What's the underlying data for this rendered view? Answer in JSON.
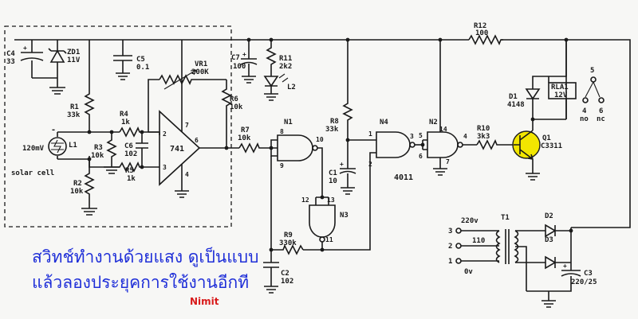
{
  "diagram": {
    "components": {
      "c4": {
        "ref": "C4",
        "value": "33"
      },
      "zd1": {
        "ref": "ZD1",
        "value": "11V"
      },
      "c5": {
        "ref": "C5",
        "value": "0.1"
      },
      "vr1": {
        "ref": "VR1",
        "value": "200K"
      },
      "r1": {
        "ref": "R1",
        "value": "33k"
      },
      "r4": {
        "ref": "R4",
        "value": "1k"
      },
      "r3": {
        "ref": "R3",
        "value": "10k"
      },
      "c6": {
        "ref": "C6",
        "value": "102"
      },
      "r5": {
        "ref": "R5",
        "value": "1k"
      },
      "r2": {
        "ref": "R2",
        "value": "10k"
      },
      "l1": {
        "ref": "L1",
        "value": "120mV",
        "note": "solar cell"
      },
      "opamp": {
        "ref": "741"
      },
      "r6": {
        "ref": "R6",
        "value": "10k"
      },
      "r7": {
        "ref": "R7",
        "value": "10k"
      },
      "c7": {
        "ref": "C7",
        "value": "100"
      },
      "r11": {
        "ref": "R11",
        "value": "2k2"
      },
      "l2": {
        "ref": "L2"
      },
      "n1": {
        "ref": "N1"
      },
      "n2": {
        "ref": "N2"
      },
      "n3": {
        "ref": "N3"
      },
      "n4": {
        "ref": "N4"
      },
      "ic": {
        "ref": "4011"
      },
      "r8": {
        "ref": "R8",
        "value": "33k"
      },
      "c1": {
        "ref": "C1",
        "value": "10"
      },
      "r9": {
        "ref": "R9",
        "value": "330k"
      },
      "c2": {
        "ref": "C2",
        "value": "102"
      },
      "r10": {
        "ref": "R10",
        "value": "3k3"
      },
      "q1": {
        "ref": "Q1",
        "value": "C3311"
      },
      "d1": {
        "ref": "D1",
        "value": "4148"
      },
      "r12": {
        "ref": "R12",
        "value": "100"
      },
      "rla1": {
        "ref": "RLA1",
        "value": "12V"
      },
      "t1": {
        "ref": "T1"
      },
      "d2": {
        "ref": "D2"
      },
      "d3": {
        "ref": "D3"
      },
      "c3": {
        "ref": "C3",
        "value": "220/25"
      }
    },
    "terminals": {
      "relay_common": "5",
      "relay_no_pin": "4",
      "relay_no": "no",
      "relay_nc_pin": "6",
      "relay_nc": "nc",
      "tr_in3_pin": "3",
      "tr_in3_v": "220v",
      "tr_in2_pin": "2",
      "tr_in2_v": "110",
      "tr_in1_pin": "1",
      "tr_in1_v": "0v"
    },
    "pins": {
      "op_in_minus": "2",
      "op_in_plus": "3",
      "op_v_pos": "7",
      "op_v_neg": "4",
      "op_out": "6",
      "n1_a": "8",
      "n1_b": "9",
      "n1_out": "10",
      "n3_a": "12",
      "n3_b": "13",
      "n3_out": "11",
      "n4_a": "1",
      "n4_b": "2",
      "n4_out": "3",
      "n2_a": "5",
      "n2_b": "6",
      "n2_vdd": "14",
      "n2_vss": "7",
      "n2_out": "4",
      "minus_sign": "-"
    },
    "caption": {
      "line1": "สวิทช์ทำงานด้วยแสง  ดูเป็นแบบ",
      "line2": "แล้วลองประยุคการใช้งานอีกที",
      "author": "Nimit"
    },
    "colors": {
      "caption": "#1f2fd8",
      "author": "#d81a1a",
      "transistor_fill": "#f2e600",
      "ink": "#1a1a1a",
      "paper": "#f7f7f5"
    }
  }
}
